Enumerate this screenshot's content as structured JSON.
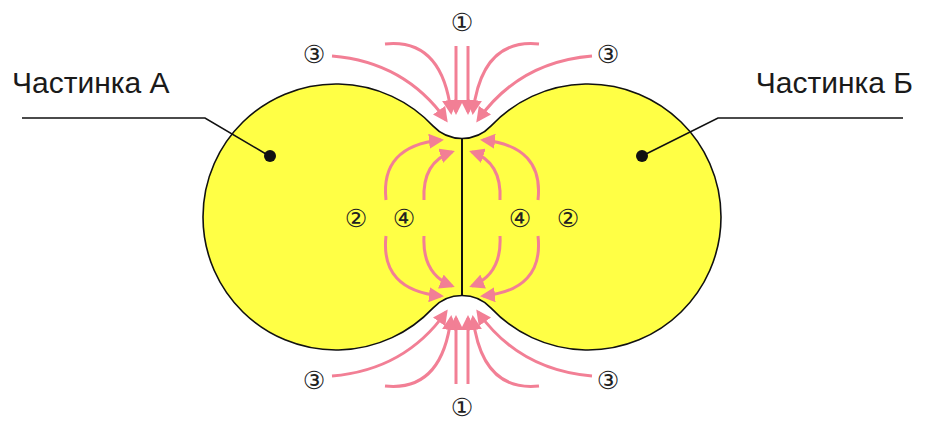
{
  "diagram": {
    "nodes": [
      {
        "text": [
          "Частинка А"
        ]
      },
      {
        "text": [
          "Частинка Б"
        ]
      }
    ],
    "labels": [
      "①",
      "③",
      "③",
      "②",
      "④",
      "④",
      "②",
      "③",
      "③",
      "①"
    ]
  }
}
